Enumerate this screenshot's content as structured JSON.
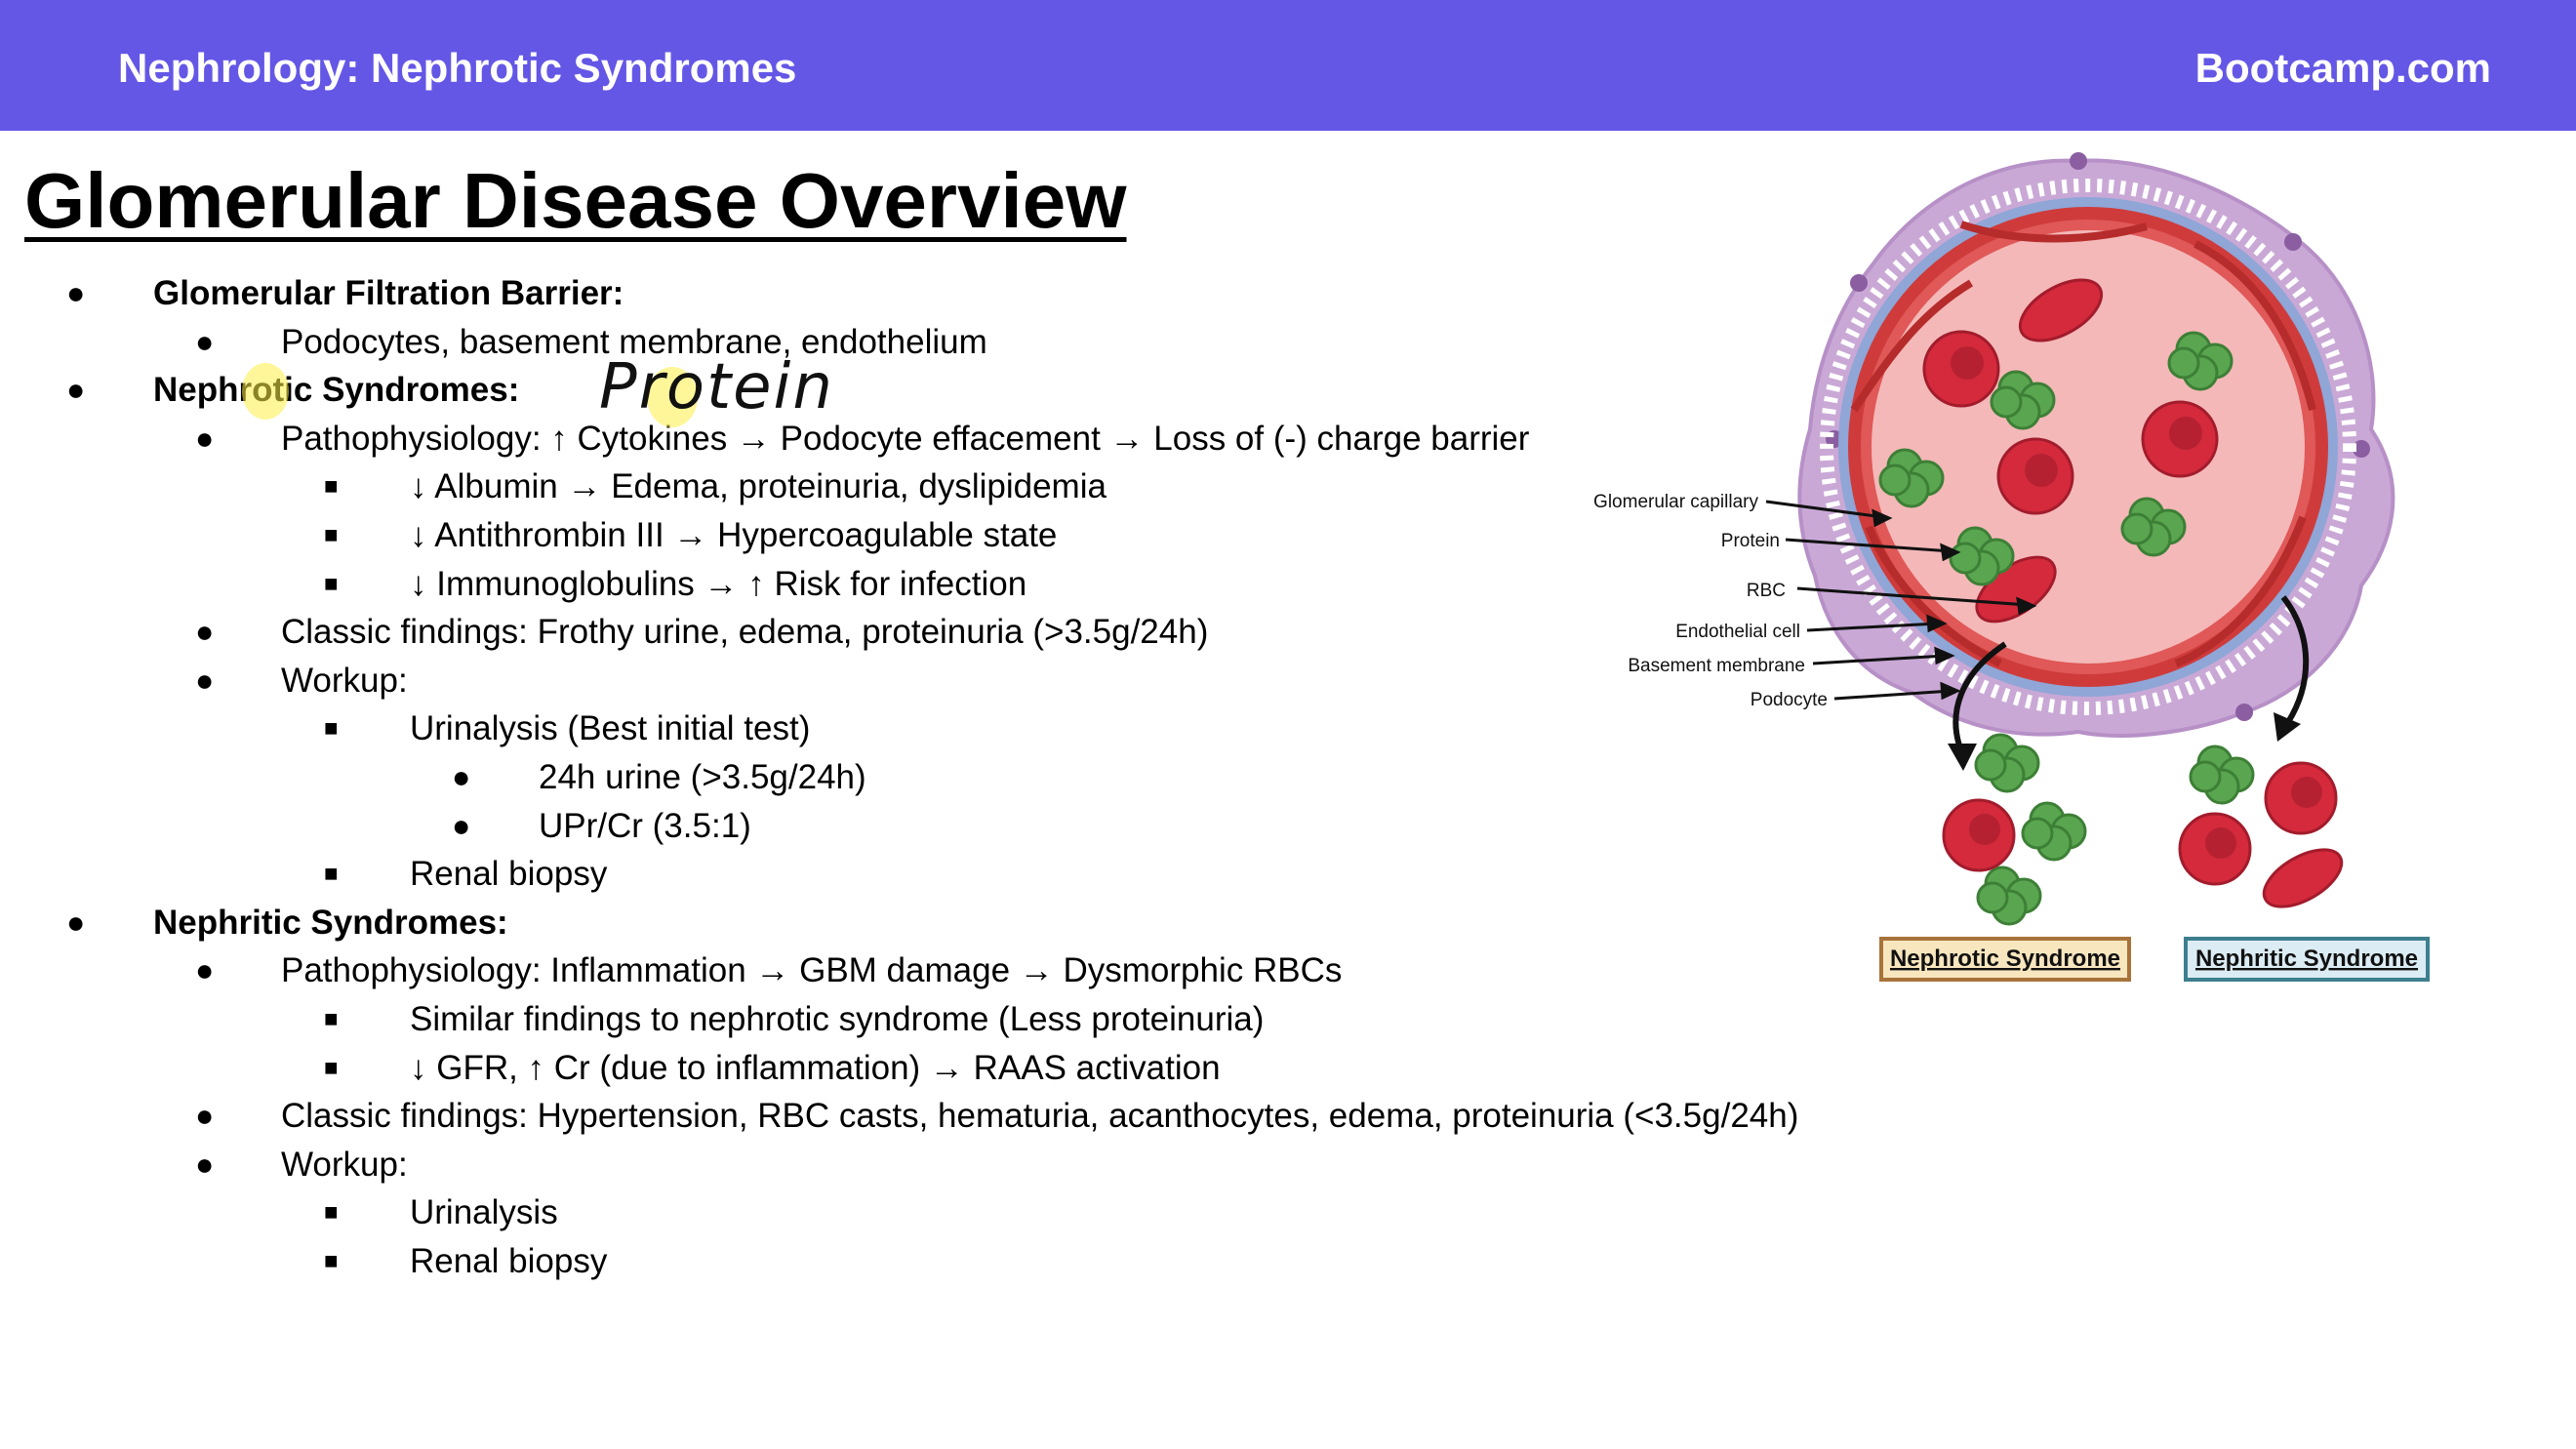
{
  "header": {
    "course_title": "Nephrology: Nephrotic Syndromes",
    "brand": "Bootcamp.com",
    "bar_color": "#6457e6"
  },
  "slide": {
    "title": "Glomerular Disease Overview",
    "annotation": "Protein",
    "outline": [
      {
        "level": 1,
        "marker": "●",
        "text": "Glomerular Filtration Barrier:"
      },
      {
        "level": 2,
        "marker": "●",
        "text": "Podocytes, basement membrane, endothelium"
      },
      {
        "level": 1,
        "marker": "●",
        "text": "Nephrotic Syndromes:"
      },
      {
        "level": 2,
        "marker": "●",
        "text": "Pathophysiology: ↑ Cytokines → Podocyte effacement → Loss of (-) charge barrier"
      },
      {
        "level": 3,
        "marker": "■",
        "text": "↓ Albumin → Edema, proteinuria, dyslipidemia"
      },
      {
        "level": 3,
        "marker": "■",
        "text": "↓ Antithrombin III → Hypercoagulable state"
      },
      {
        "level": 3,
        "marker": "■",
        "text": "↓ Immunoglobulins → ↑ Risk for infection"
      },
      {
        "level": 2,
        "marker": "●",
        "text": "Classic findings: Frothy urine, edema, proteinuria (>3.5g/24h)"
      },
      {
        "level": 2,
        "marker": "●",
        "text": "Workup:"
      },
      {
        "level": 3,
        "marker": "■",
        "text": "Urinalysis (Best initial test)"
      },
      {
        "level": 4,
        "marker": "●",
        "text": "24h urine (>3.5g/24h)"
      },
      {
        "level": 4,
        "marker": "●",
        "text": "UPr/Cr (3.5:1)"
      },
      {
        "level": 3,
        "marker": "■",
        "text": "Renal biopsy"
      },
      {
        "level": 1,
        "marker": "●",
        "text": "Nephritic Syndromes:"
      },
      {
        "level": 2,
        "marker": "●",
        "text": "Pathophysiology: Inflammation → GBM damage → Dysmorphic RBCs"
      },
      {
        "level": 3,
        "marker": "■",
        "text": "Similar findings to nephrotic syndrome (Less proteinuria)"
      },
      {
        "level": 3,
        "marker": "■",
        "text": "↓ GFR, ↑ Cr (due to inflammation) → RAAS activation"
      },
      {
        "level": 2,
        "marker": "●",
        "text": "Classic findings: Hypertension, RBC casts, hematuria, acanthocytes, edema, proteinuria (<3.5g/24h)"
      },
      {
        "level": 2,
        "marker": "●",
        "text": "Workup:"
      },
      {
        "level": 3,
        "marker": "■",
        "text": "Urinalysis"
      },
      {
        "level": 3,
        "marker": "■",
        "text": "Renal biopsy"
      }
    ]
  },
  "diagram": {
    "labels": {
      "capillary": "Glomerular capillary",
      "protein": "Protein",
      "rbc": "RBC",
      "endothelial": "Endothelial cell",
      "basement": "Basement membrane",
      "podocyte": "Podocyte"
    },
    "nephrotic_label": "Nephrotic Syndrome",
    "nephritic_label": "Nephritic Syndrome",
    "colors": {
      "rbc": "#d42a3c",
      "protein": "#5aa650",
      "lumen": "#f4b8b8",
      "wall": "#cf3b3b",
      "membrane": "#8fa6d6",
      "podocyte": "#c4a2d0",
      "nephrotic_box": "#a8733a",
      "nephritic_box": "#3d7f8f"
    }
  }
}
